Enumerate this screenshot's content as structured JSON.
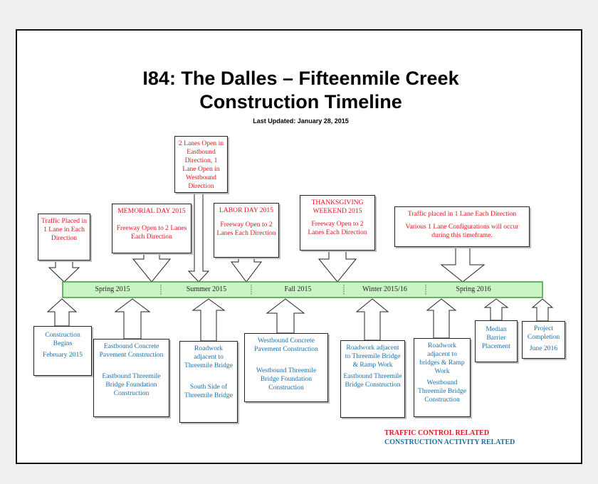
{
  "title": {
    "line1": "I84: The Dalles – Fifteenmile Creek",
    "line2": "Construction Timeline",
    "updated": "Last Updated: January 28, 2015"
  },
  "timeline": {
    "segments": [
      "Spring 2015",
      "Summer 2015",
      "Fall 2015",
      "Winter 2015/16",
      "Spring 2016"
    ]
  },
  "traffic_events": [
    {
      "id": "traffic-1-lane",
      "lines": [
        "Traffic Placed in 1 Lane in Each Direction"
      ]
    },
    {
      "id": "memorial-day",
      "lines": [
        "MEMORIAL DAY 2015",
        "Freeway Open to 2 Lanes Each Direction"
      ]
    },
    {
      "id": "two-lanes-eastbound",
      "lines": [
        "2 Lanes Open in Eastbound Direction, 1 Lane Open in Westbound Direction"
      ]
    },
    {
      "id": "labor-day",
      "lines": [
        "LABOR DAY 2015",
        "Freeway Open to 2 Lanes Each Direction"
      ]
    },
    {
      "id": "thanksgiving",
      "lines": [
        "THANKSGIVING WEEKEND 2015",
        "Freeway Open to 2 Lanes Each Direction"
      ]
    },
    {
      "id": "one-lane-each",
      "lines": [
        "Traffic placed in 1 Lane Each Direction",
        "Various 1 Lane Configurations will occur during this timeframe."
      ]
    }
  ],
  "construction_events": [
    {
      "id": "construction-begins",
      "lines": [
        "Construction Begins",
        "February 2015"
      ]
    },
    {
      "id": "eastbound-pavement",
      "lines": [
        "Eastbound Concrete Pavement Construction",
        "Eastbound Threemile Bridge Foundation Construction"
      ]
    },
    {
      "id": "roadwork-threemile",
      "lines": [
        "Roadwork adjacent to Threemile Bridge",
        "South Side of Threemile Bridge"
      ]
    },
    {
      "id": "westbound-pavement",
      "lines": [
        "Westbound Concrete Pavement Construction",
        "Westbound Threemile Bridge Foundation Construction"
      ]
    },
    {
      "id": "roadwork-ramp",
      "lines": [
        "Roadwork adjacent to Threemile Bridge & Ramp Work",
        "Eastbound Threemile Bridge Construction"
      ]
    },
    {
      "id": "roadwork-bridges",
      "lines": [
        "Roadwork adjacent to bridges & Ramp Work",
        "Westbound Threemile Bridge Construction"
      ]
    },
    {
      "id": "median-barrier",
      "lines": [
        "Median Barrier Placement"
      ]
    },
    {
      "id": "project-completion",
      "lines": [
        "Project Completion",
        "June 2016"
      ]
    }
  ],
  "legend": {
    "traffic": "TRAFFIC CONTROL RELATED",
    "construction": "CONSTRUCTION ACTIVITY RELATED"
  },
  "colors": {
    "traffic": "#e3141c",
    "construction": "#1b6fa8",
    "timeline_fill": "#c9f5c4",
    "timeline_border": "#3c9d3c"
  }
}
